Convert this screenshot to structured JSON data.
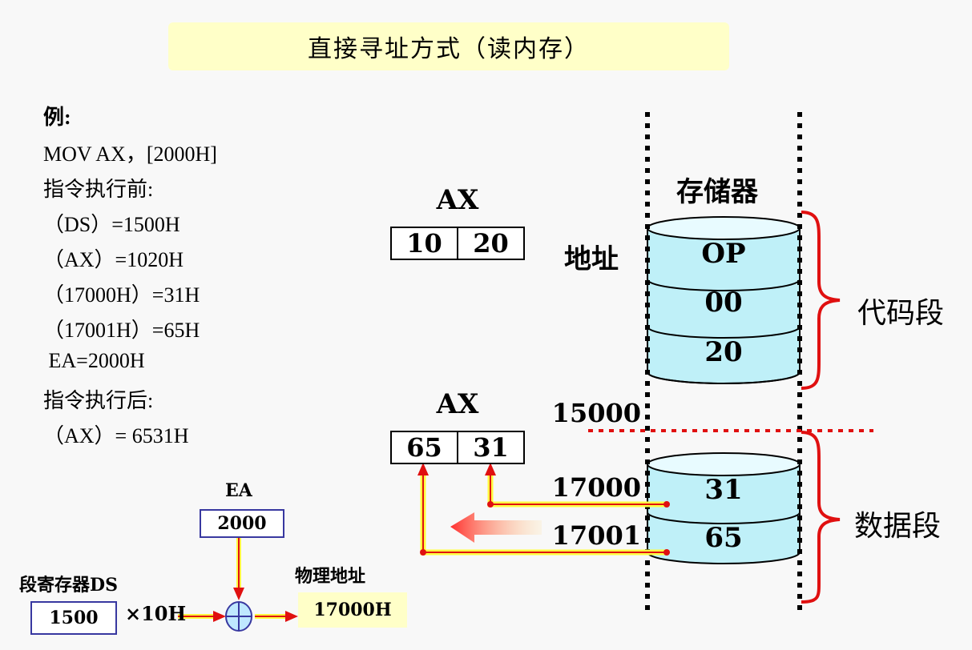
{
  "title": "直接寻址方式（读内存）",
  "example": {
    "heading": "例:",
    "lines": [
      "MOV AX，[2000H]",
      "指令执行前:",
      "（DS）=1500H",
      "（AX）=1020H",
      "（17000H）=31H",
      "（17001H）=65H",
      " EA=2000H",
      "指令执行后:",
      "（AX）= 6531H"
    ]
  },
  "ax_before": {
    "label": "AX",
    "high": "10",
    "low": "20"
  },
  "ax_after": {
    "label": "AX",
    "high": "65",
    "low": "31"
  },
  "memory": {
    "title": "存储器",
    "address_label": "地址",
    "code_cells": [
      "OP",
      "00",
      "20"
    ],
    "data_cells": [
      "31",
      "65"
    ],
    "boundary_address": "15000",
    "data_addresses": [
      "17000",
      "17001"
    ],
    "code_segment_label": "代码段",
    "data_segment_label": "数据段"
  },
  "calc": {
    "ea_label": "EA",
    "ea_value": "2000",
    "ds_label": "段寄存器DS",
    "ds_value": "1500",
    "multiplier": "×10H",
    "physical_label": "物理地址",
    "physical_value": "17000H"
  },
  "colors": {
    "cell_fill": "#bff0f8",
    "arrow": "#e01010",
    "arrow_glow": "#ffff40",
    "brace": "#e01010",
    "boundary": "#e01010"
  }
}
